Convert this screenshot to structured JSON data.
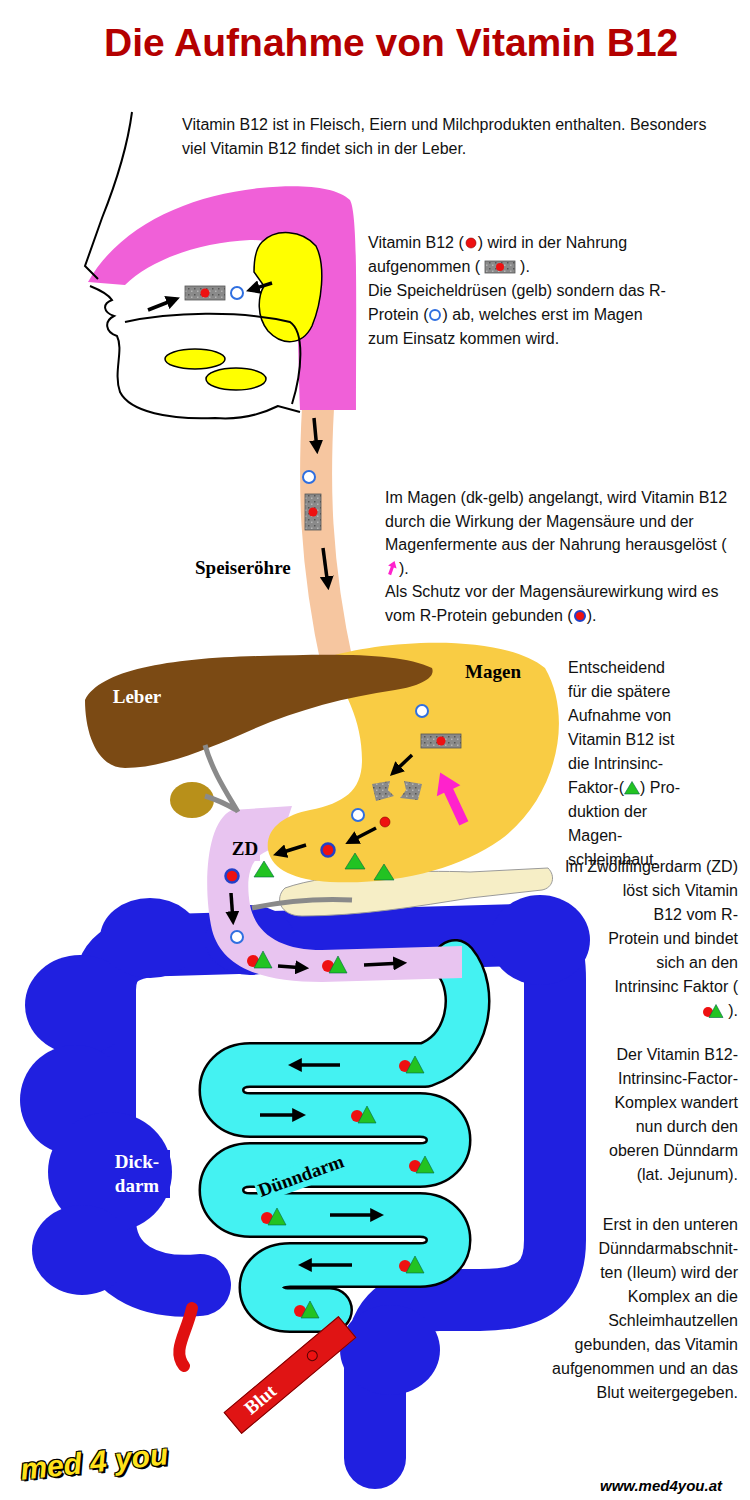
{
  "diagram": {
    "title": "Die Aufnahme von Vitamin B12",
    "nodes": [
      {
        "text": [
          "Leber"
        ]
      },
      {
        "text": [
          "Magen"
        ]
      },
      {
        "text": [
          "ZD"
        ]
      },
      {
        "text": [
          "Dick- darm"
        ]
      },
      {
        "text": [
          "Dünndarm"
        ]
      },
      {
        "text": [
          "Blut"
        ]
      }
    ],
    "labels": [
      "Vitamin B12 ist in Fleisch, Eiern und Milchprodukten enthalten. Besonders viel Vitamin B12 findet sich in der Leber.",
      "Vitamin B12 (",
      ") wird in der Nahrung aufgenommen (",
      ").",
      "Die Speicheldrüsen (gelb) sondern das R-Protein (",
      ") ab, welches erst im Magen zum Einsatz kommen wird.",
      "Speiseröhre",
      "Im Magen (dk-gelb) angelangt, wird Vitamin B12 durch die Wirkung der Magensäure und der Magenfermente aus der Nahrung herausgelöst (",
      ").",
      "Als Schutz vor der Magensäurewirkung wird es vom R-Protein gebunden (",
      ").",
      "Entscheidend für die spätere Aufnahme von Vitamin B12 ist die Intrinsinc-Faktor-(",
      ") Pro- duktion der Magen- schleimhaut.",
      "Im Zwölffingerdarm (ZD) löst sich Vitamin B12 vom R- Protein und bindet sich an den Intrinsinc Faktor (",
      ").",
      "Der Vitamin B12- Intrinsinc-Factor- Komplex wandert nun durch den oberen Dünndarm (lat. Jejunum).",
      "Erst in den unteren Dünndarmabschnit- ten (Ileum) wird der Komplex an die Schleimhautzellen gebunden, das Vitamin aufgenommen und an das Blut weitergegeben.",
      "med 4 you",
      "www.med4you.at"
    ]
  }
}
